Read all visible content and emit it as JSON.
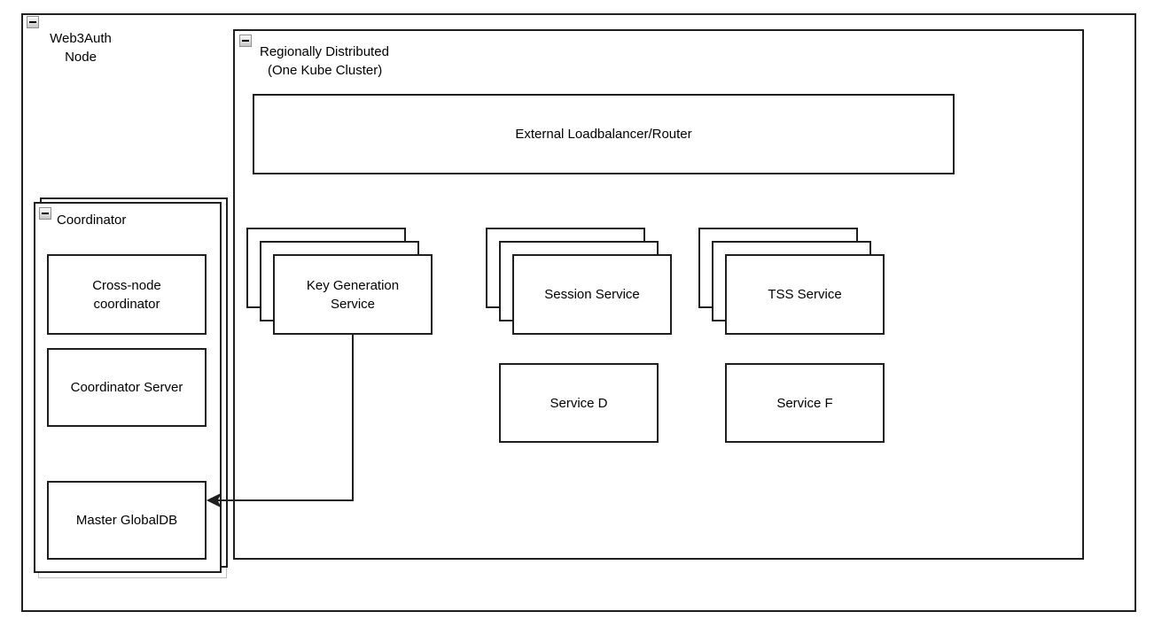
{
  "diagram": {
    "colors": {
      "background": "#ffffff",
      "border": "#1f1f1f",
      "shadow_outline": "#c2c2c2"
    },
    "icons": {
      "collapse": "minus-box"
    },
    "containers": {
      "web3auth": {
        "line1": "Web3Auth",
        "line2": "Node"
      },
      "regional": {
        "line1": "Regionally Distributed",
        "line2": "(One Kube Cluster)"
      },
      "coordinator": {
        "label": "Coordinator"
      }
    },
    "nodes": {
      "loadbalancer": {
        "label": "External Loadbalancer/Router"
      },
      "key_generation": {
        "line1": "Key Generation",
        "line2": "Service"
      },
      "session": {
        "label": "Session Service"
      },
      "tss": {
        "label": "TSS Service"
      },
      "service_d": {
        "label": "Service D"
      },
      "service_f": {
        "label": "Service F"
      },
      "cross_node": {
        "line1": "Cross-node",
        "line2": "coordinator"
      },
      "coordinator_server": {
        "label": "Coordinator Server"
      },
      "master_globaldb": {
        "label": "Master GlobalDB"
      }
    },
    "edges": [
      {
        "from": "Key Generation Service",
        "to": "Master GlobalDB",
        "style": "orthogonal-arrow"
      }
    ]
  }
}
